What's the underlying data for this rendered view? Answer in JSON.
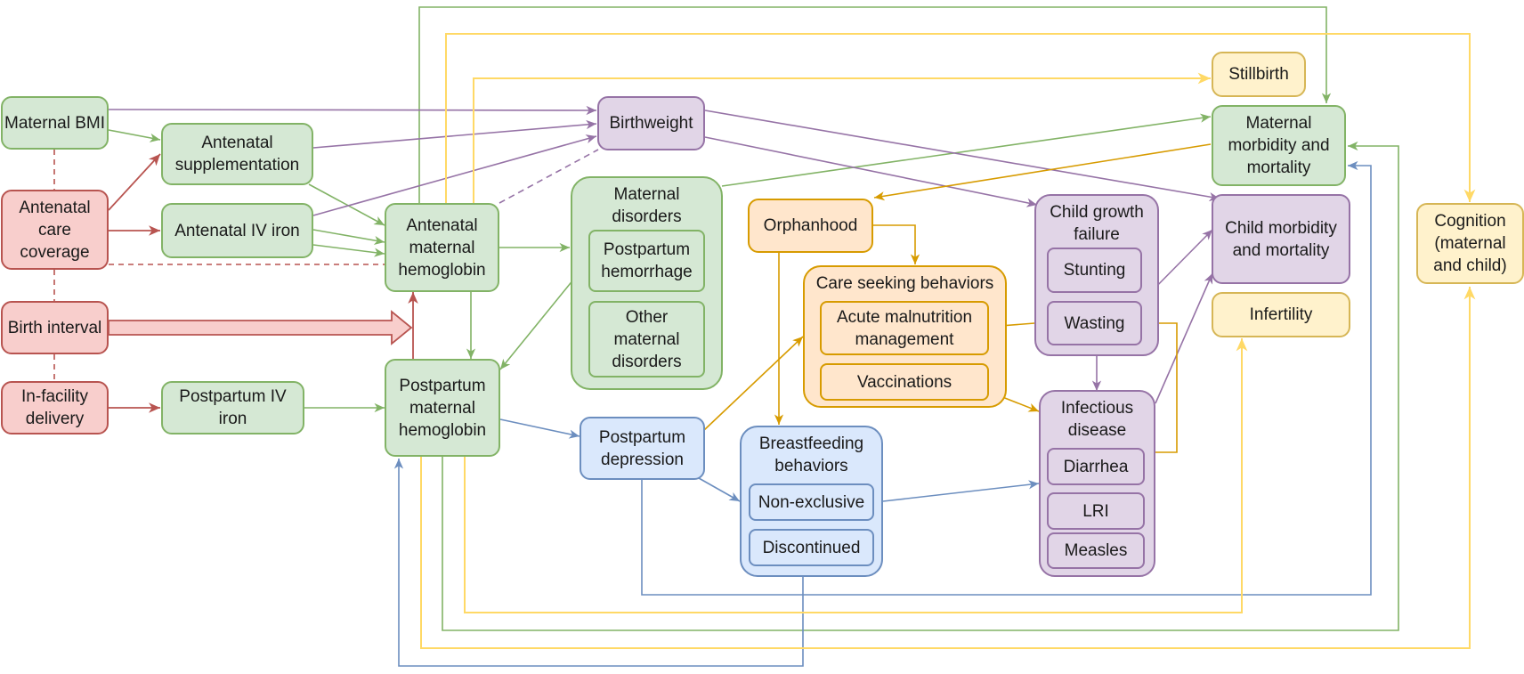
{
  "colors": {
    "red": "#b85450",
    "green": "#82b366",
    "purple": "#9673a6",
    "orange": "#d79b00",
    "blue": "#6c8ebf",
    "yellow": "#ffd966"
  },
  "nodes": {
    "maternal_bmi": "Maternal BMI",
    "antenatal_care_coverage": "Antenatal care coverage",
    "birth_interval": "Birth interval",
    "in_facility_delivery": "In-facility delivery",
    "antenatal_supplementation": "Antenatal supplementation",
    "antenatal_iv_iron": "Antenatal IV iron",
    "postpartum_iv_iron": "Postpartum IV iron",
    "antenatal_maternal_hemoglobin": "Antenatal maternal hemoglobin",
    "postpartum_maternal_hemoglobin": "Postpartum maternal hemoglobin",
    "birthweight": "Birthweight",
    "maternal_disorders": "Maternal disorders",
    "postpartum_hemorrhage": "Postpartum hemorrhage",
    "other_maternal_disorders": "Other maternal disorders",
    "postpartum_depression": "Postpartum depression",
    "orphanhood": "Orphanhood",
    "care_seeking_behaviors": "Care seeking behaviors",
    "acute_malnutrition_management": "Acute malnutrition management",
    "vaccinations": "Vaccinations",
    "breastfeeding_behaviors": "Breastfeeding behaviors",
    "non_exclusive": "Non-exclusive",
    "discontinued": "Discontinued",
    "child_growth_failure": "Child growth failure",
    "stunting": "Stunting",
    "wasting": "Wasting",
    "infectious_disease": "Infectious disease",
    "diarrhea": "Diarrhea",
    "lri": "LRI",
    "measles": "Measles",
    "stillbirth": "Stillbirth",
    "maternal_morbidity_mortality": "Maternal morbidity and mortality",
    "child_morbidity_mortality": "Child morbidity and mortality",
    "infertility": "Infertility",
    "cognition": "Cognition (maternal and child)"
  }
}
